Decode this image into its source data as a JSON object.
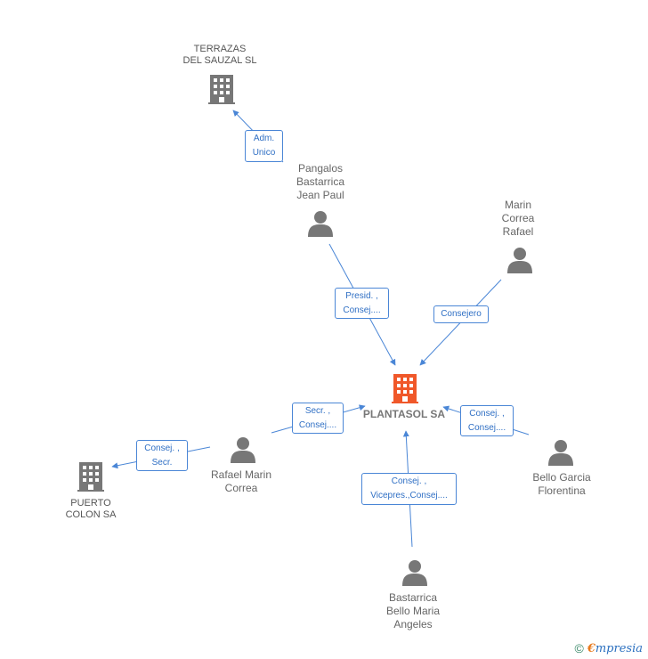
{
  "colors": {
    "edge": "#4a86d6",
    "person_icon": "#777777",
    "company_icon": "#777777",
    "focus_company_icon": "#f0582a"
  },
  "nodes": {
    "plantasol": {
      "label": "PLANTASOL SA",
      "type": "company-focus",
      "icon": "building-icon"
    },
    "terrazas": {
      "label": "TERRAZAS\nDEL SAUZAL SL",
      "type": "company",
      "icon": "building-icon"
    },
    "puerto": {
      "label": "PUERTO\nCOLON SA",
      "type": "company",
      "icon": "building-icon"
    },
    "pangalos": {
      "label": "Pangalos\nBastarrica\nJean Paul",
      "type": "person",
      "icon": "person-icon"
    },
    "marin": {
      "label": "Marin\nCorrea\nRafael",
      "type": "person",
      "icon": "person-icon"
    },
    "rafael": {
      "label": "Rafael Marin\nCorrea",
      "type": "person",
      "icon": "person-icon"
    },
    "bello": {
      "label": "Bello Garcia\nFlorentina",
      "type": "person",
      "icon": "person-icon"
    },
    "bastarrica": {
      "label": "Bastarrica\nBello Maria\nAngeles",
      "type": "person",
      "icon": "person-icon"
    }
  },
  "edges": {
    "pangalos_terrazas": {
      "label": "Adm.\nUnico"
    },
    "pangalos_plantasol": {
      "label": "Presid. ,\nConsej...."
    },
    "marin_plantasol": {
      "label": "Consejero"
    },
    "rafael_plantasol": {
      "label": "Secr. ,\nConsej...."
    },
    "rafael_puerto": {
      "label": "Consej. ,\nSecr."
    },
    "bello_plantasol": {
      "label": "Consej. ,\nConsej...."
    },
    "bastarrica_plantasol": {
      "label": "Consej. ,\nVicepres.,Consej...."
    }
  },
  "footer": {
    "copyright": "©",
    "brand_initial": "€",
    "brand_rest": "mpresia"
  }
}
